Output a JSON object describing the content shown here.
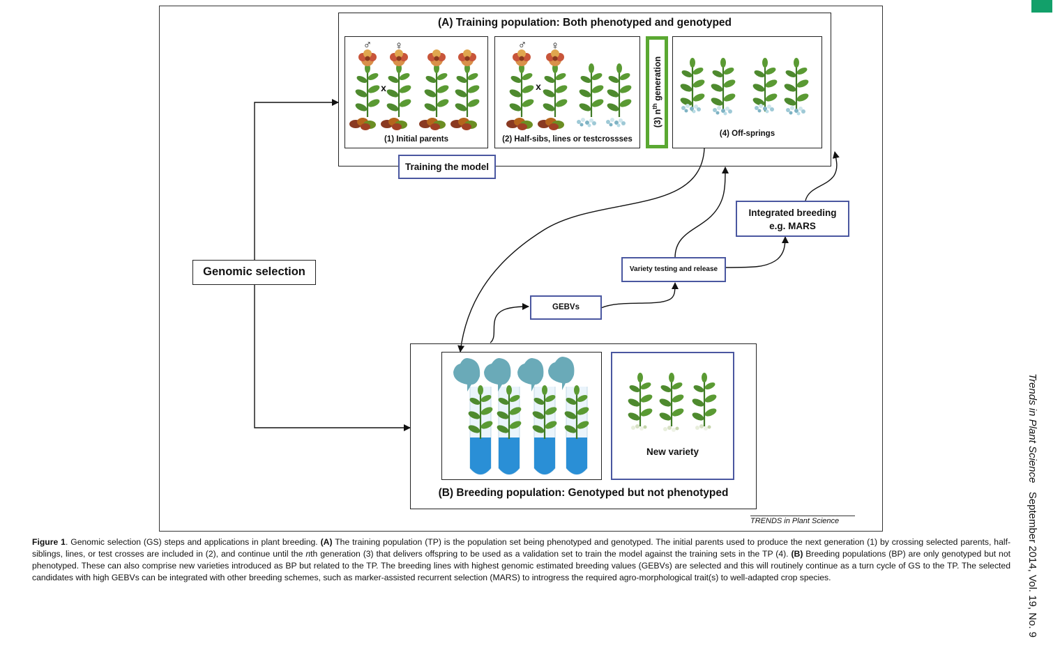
{
  "figure": {
    "panel_a_title": "(A) Training population: Both phenotyped and genotyped",
    "panel_b_title": "(B) Breeding population: Genotyped but not phenotyped",
    "step1_label": "(1) Initial parents",
    "step2_label": "(2) Half-sibs, lines or testcrossses",
    "step3_prefix": "(3) n",
    "step3_sup": "th",
    "step3_suffix": " generation",
    "step4_label": "(4) Off-springs",
    "training_model_label": "Training the model",
    "genomic_selection_label": "Genomic selection",
    "gebvs_label": "GEBVs",
    "variety_testing_label": "Variety testing and release",
    "integrated_breeding_line1": "Integrated breeding",
    "integrated_breeding_line2": "e.g. MARS",
    "new_variety_label": "New variety",
    "male_symbol": "♂",
    "female_symbol": "♀",
    "cross_symbol": "x",
    "credit": "TRENDS in Plant Science"
  },
  "caption": {
    "figure_label": "Figure 1",
    "intro": ". Genomic selection (GS) steps and applications in plant breeding. ",
    "a_label": "(A)",
    "a_text_1": " The training population (TP) is the population set being phenotyped and genotyped. The initial parents used to produce the next generation (1) by crossing selected parents, half-siblings, lines, or test crosses are included in (2), and continue until the ",
    "a_text_italic": "n",
    "a_text_2": "th generation (3) that delivers offspring to be used as a validation set to train the model against the training sets in the TP (4). ",
    "b_label": "(B)",
    "b_text": " Breeding populations (BP) are only genotyped but not phenotyped. These can also comprise new varieties introduced as BP but related to the TP. The breeding lines with highest genomic estimated breeding values (GEBVs) are selected and this will routinely continue as a turn cycle of GS to the TP. The selected candidates with high GEBVs can be integrated with other breeding schemes, such as marker-assisted recurrent selection (MARS) to introgress the required agro-morphological trait(s) to well-adapted crop species."
  },
  "journal": {
    "name": "Trends in Plant Science",
    "issue": "September 2014, Vol. 19, No. 9"
  },
  "colors": {
    "accent_tab": "#12a06a",
    "generation_bar": "#5aa832",
    "box_border_blue": "#4a57a0",
    "leaf_green": "#4e8a2e",
    "flower_red": "#c8553a",
    "tube_blue": "#2a8fd6",
    "bubble_teal": "#6aaab8"
  }
}
